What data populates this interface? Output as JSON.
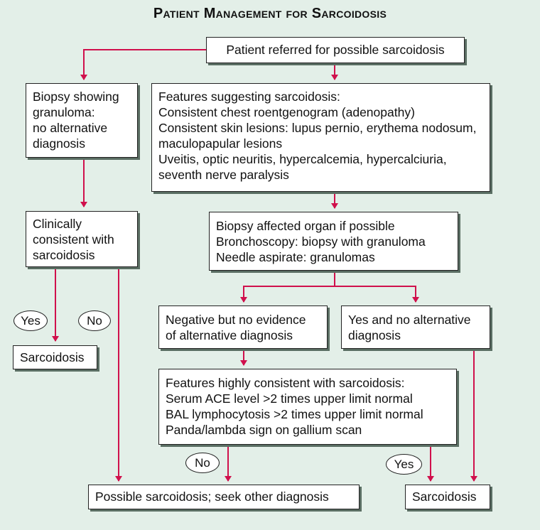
{
  "title": "Patient Management for Sarcoidosis",
  "colors": {
    "background": "#e3efe8",
    "arrow": "#d0104c",
    "box": "#ffffff"
  },
  "boxes": {
    "referred": [
      "Patient referred for possible sarcoidosis"
    ],
    "biopsy_granuloma": [
      "Biopsy showing",
      "granuloma:",
      "no alternative",
      "diagnosis"
    ],
    "features": [
      "Features suggesting sarcoidosis:",
      "Consistent chest roentgenogram (adenopathy)",
      "Consistent skin lesions: lupus pernio, erythema nodosum,",
      "maculopapular lesions",
      "Uveitis, optic neuritis, hypercalcemia, hypercalciuria,",
      "seventh nerve paralysis"
    ],
    "clinically": [
      "Clinically",
      "consistent with",
      "sarcoidosis"
    ],
    "biopsy_organ": [
      "Biopsy affected organ if possible",
      "Bronchoscopy: biopsy with granuloma",
      "Needle aspirate: granulomas"
    ],
    "negative": [
      "Negative but no evidence",
      "of alternative diagnosis"
    ],
    "yes_no_alt": [
      "Yes and no alternative",
      "diagnosis"
    ],
    "sarcoidosis_left": [
      "Sarcoidosis"
    ],
    "highly": [
      "Features highly consistent with sarcoidosis:",
      "Serum ACE level >2 times upper limit normal",
      "BAL lymphocytosis >2 times upper limit normal",
      "Panda/lambda sign on gallium scan"
    ],
    "possible": [
      "Possible sarcoidosis; seek other diagnosis"
    ],
    "sarcoidosis_right": [
      "Sarcoidosis"
    ]
  },
  "labels": {
    "yes_left": "Yes",
    "no_left": "No",
    "no_bottom": "No",
    "yes_bottom": "Yes"
  }
}
